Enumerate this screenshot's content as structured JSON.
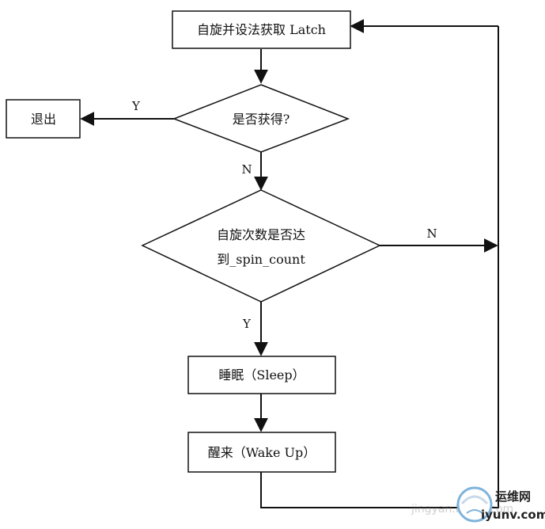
{
  "nodes": {
    "acquire": "自旋并设法获取 Latch",
    "exit": "退出",
    "obtained": "是否获得?",
    "spin_line1": "自旋次数是否达",
    "spin_line2": "到_spin_count",
    "sleep": "睡眠（Sleep）",
    "wake": "醒来（Wake Up）"
  },
  "edges": {
    "obtained_yes": "Y",
    "obtained_no": "N",
    "spin_no": "N",
    "spin_yes": "Y"
  },
  "watermark": {
    "site_cn": "运维网",
    "site_url": "iyunv.com",
    "faint_text": "jingyan.baidu.com"
  }
}
